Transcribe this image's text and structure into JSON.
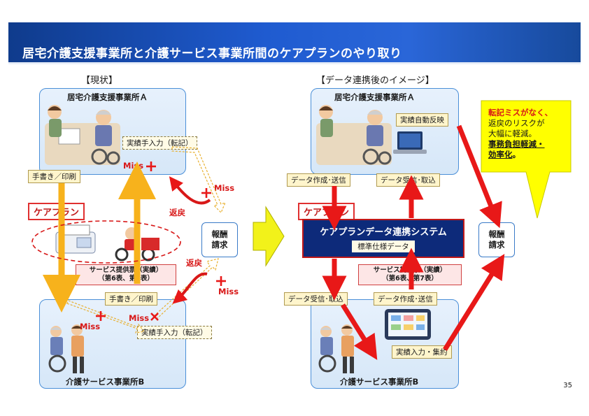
{
  "title": "居宅介護支援事業所と介護サービス事業所間のケアプランのやり取り",
  "current": {
    "heading": "【現状】",
    "top_panel": "居宅介護支援事業所Ａ",
    "bottom_panel": "介護サービス事業所B",
    "handwrite_top": "手書き／印刷",
    "careplan": "ケアプラン",
    "manual_entry_top": "実績手入力（転記）",
    "slip_line1": "サービス提供票（実績）",
    "slip_line2": "（第6表、第7表）",
    "handwrite_bottom": "手書き／印刷",
    "manual_entry_bottom": "実績手入力（転記）",
    "billing_line1": "報酬",
    "billing_line2": "請求",
    "miss": "Miss",
    "return": "返戻"
  },
  "future": {
    "heading": "【データ連携後のイメージ】",
    "top_panel": "居宅介護支援事業所Ａ",
    "bottom_panel": "介護サービス事業所B",
    "auto_reflect": "実績自動反映",
    "create_send": "データ作成･送信",
    "receive_import": "データ受信･取込",
    "careplan": "ケアプラン",
    "system_name": "ケアプランデータ連携システム",
    "system_sub": "標準仕様データ",
    "slip_line1": "サービス提供票（実績）",
    "slip_line2": "（第6表、第7表）",
    "receive_import_bottom": "データ受信･取込",
    "create_send_bottom": "データ作成･送信",
    "record_entry": "実績入力・集約",
    "billing_line1": "報酬",
    "billing_line2": "請求"
  },
  "callout": {
    "line1": "転記ミスがなく、",
    "line2": "返戻のリスクが",
    "line3": "大幅に軽減。",
    "line4": "事務負担軽減・",
    "line5": "効率化",
    "line6": "。"
  },
  "page_number": "35",
  "colors": {
    "banner": "#1f5bd0",
    "panel": "#dceaf9",
    "red": "#d81818",
    "yellow_arrow": "#f7b21c",
    "callout": "#ffff00"
  }
}
